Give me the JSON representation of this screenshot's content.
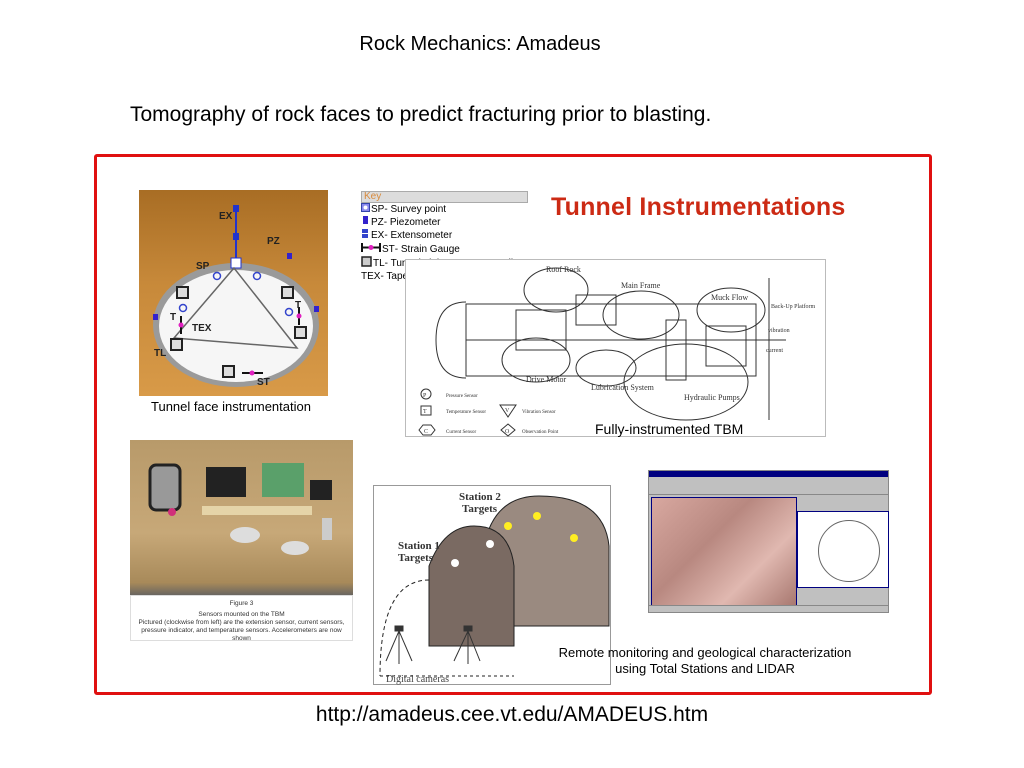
{
  "slide": {
    "title": "Rock Mechanics: Amadeus",
    "subtitle": "Tomography of rock faces to predict fracturing prior to blasting.",
    "url": "http://amadeus.cee.vt.edu/AMADEUS.htm"
  },
  "colors": {
    "frame": "#e01010",
    "heading": "#cc2a14"
  },
  "panel": {
    "heading": "Tunnel Instrumentations",
    "tunnel_face": {
      "caption": "Tunnel face instrumentation",
      "labels": [
        "EX",
        "PZ",
        "SP",
        "T",
        "T",
        "TEX",
        "TL",
        "ST"
      ]
    },
    "key": {
      "header": "Key",
      "items": [
        {
          "icon": "survey-point-icon",
          "code": "SP",
          "label": " - Survey point"
        },
        {
          "icon": "piezometer-icon",
          "code": "PZ",
          "label": " - Piezometer"
        },
        {
          "icon": "extensometer-icon",
          "code": "EX",
          "label": " - Extensometer"
        },
        {
          "icon": "strain-gauge-icon",
          "code": "ST",
          "label": " - Strain Gauge"
        },
        {
          "icon": "pressure-cell-icon",
          "code": "TL",
          "label": " - Tunnel Lining Pressure Cell"
        },
        {
          "icon": "",
          "code": "TEX",
          "label": " - Tape extensometer"
        }
      ]
    },
    "tbm": {
      "caption": "Fully-instrumented TBM",
      "annotations": [
        "Roof Rock",
        "Main Frame",
        "Muck Flow",
        "Back-Up Platform",
        "Drive Motor",
        "Lubrication System",
        "Hydraulic Pumps",
        "vibration",
        "current"
      ],
      "legend": [
        {
          "symbol": "P",
          "label": "Pressure Sensor"
        },
        {
          "symbol": "T",
          "label": "Temperature Sensor"
        },
        {
          "symbol": "V",
          "label": "Vibration Sensor"
        },
        {
          "symbol": "C",
          "label": "Current Sensor"
        },
        {
          "symbol": "O",
          "label": "Observation Point"
        }
      ]
    },
    "sensors_photo": {
      "figure": "Figure 3",
      "line1": "Sensors mounted on the TBM",
      "line2": "Pictured (clockwise from left) are the extension sensor, current sensors, pressure indicator, and temperature sensors. Accelerometers are now shown"
    },
    "stations": {
      "station2": "Station 2",
      "station1": "Station 1",
      "targets": "Targets",
      "cameras": "Digital cameras"
    },
    "lidar": {
      "caption_line1": "Remote monitoring and geological characterization",
      "caption_line2": "using Total Stations and LIDAR"
    }
  }
}
